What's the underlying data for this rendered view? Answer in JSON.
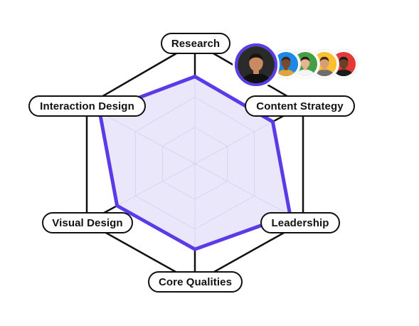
{
  "diagram": {
    "axes": [
      {
        "id": "research",
        "label": "Research"
      },
      {
        "id": "content-strategy",
        "label": "Content Strategy"
      },
      {
        "id": "leadership",
        "label": "Leadership"
      },
      {
        "id": "core-qualities",
        "label": "Core Qualities"
      },
      {
        "id": "visual-design",
        "label": "Visual Design"
      },
      {
        "id": "interaction-design",
        "label": "Interaction Design"
      }
    ]
  },
  "chart_data": {
    "type": "radar",
    "categories": [
      "Research",
      "Content Strategy",
      "Leadership",
      "Core Qualities",
      "Visual Design",
      "Interaction Design"
    ],
    "values": [
      0.72,
      0.72,
      0.88,
      0.72,
      0.72,
      0.88
    ],
    "range": [
      0,
      1
    ],
    "series_color": "#5b3be8",
    "series_fill": "#ebe7fb",
    "grid_color": "#111111"
  },
  "team": {
    "avatars": [
      {
        "name": "main-avatar",
        "ring": "#5b3be8",
        "bg": "#2a2a2a",
        "skin": "#c98a63",
        "hair": "#1a1410",
        "shirt": "#101010"
      },
      {
        "name": "avatar-2",
        "ring": "#1e88e5",
        "bg": "#1e88e5",
        "skin": "#7a4a2e",
        "hair": "#3a2416",
        "shirt": "#e0a43a"
      },
      {
        "name": "avatar-3",
        "ring": "#43a047",
        "bg": "#43a047",
        "skin": "#e8b48f",
        "hair": "#2a1c12",
        "shirt": "#f5f5f5"
      },
      {
        "name": "avatar-4",
        "ring": "#fbc02d",
        "bg": "#fbc02d",
        "skin": "#d99c74",
        "hair": "#3b2a1e",
        "shirt": "#6d6d6d"
      },
      {
        "name": "avatar-5",
        "ring": "#e53935",
        "bg": "#e53935",
        "skin": "#6b3f25",
        "hair": "#1a1a1a",
        "shirt": "#1b1b1b"
      }
    ]
  }
}
